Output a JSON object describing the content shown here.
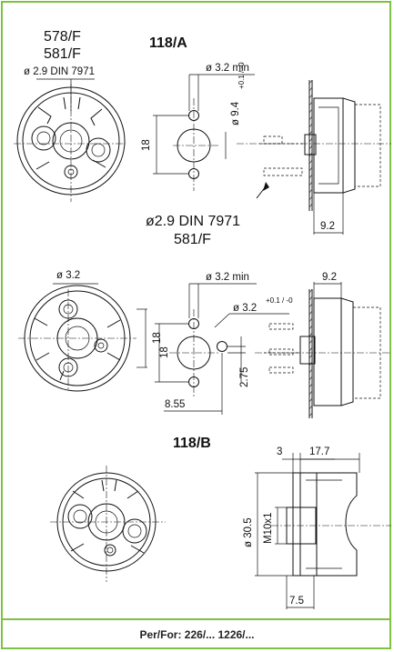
{
  "section_a": {
    "model_label": "118/A",
    "top_left_line1": "578/F",
    "top_left_line2": "581/F",
    "screw_top": "ø 2.9  DIN  7971",
    "dim_hole_top": "ø 3.2  min",
    "dim_dia": "ø 9.4",
    "dim_dia_tol": "+0.1 / -0",
    "dim_spacing": "18",
    "screw_callout_line1": "ø2.9 DIN 7971",
    "screw_callout_line2": "581/F",
    "dim_depth": "9.2"
  },
  "section_mid": {
    "dim_hole_left": "ø 3.2",
    "dim_spacing_left": "18",
    "dim_hole_top": "ø 3.2  min",
    "dim_hole_side": "ø 3.2",
    "dim_hole_side_tol": "+0.1 / -0",
    "dim_spacing": "18",
    "dim_offset": "2.75",
    "dim_bottom": "8.55",
    "dim_depth": "9.2"
  },
  "section_b": {
    "model_label": "118/B",
    "dim_3": "3",
    "dim_17_7": "17.7",
    "dim_dia": "ø 30.5",
    "dim_thread": "M10x1",
    "dim_7_5": "7.5"
  },
  "footer": {
    "text": "Per/For: 226/... 1226/..."
  },
  "colors": {
    "frame": "#7dc242"
  }
}
